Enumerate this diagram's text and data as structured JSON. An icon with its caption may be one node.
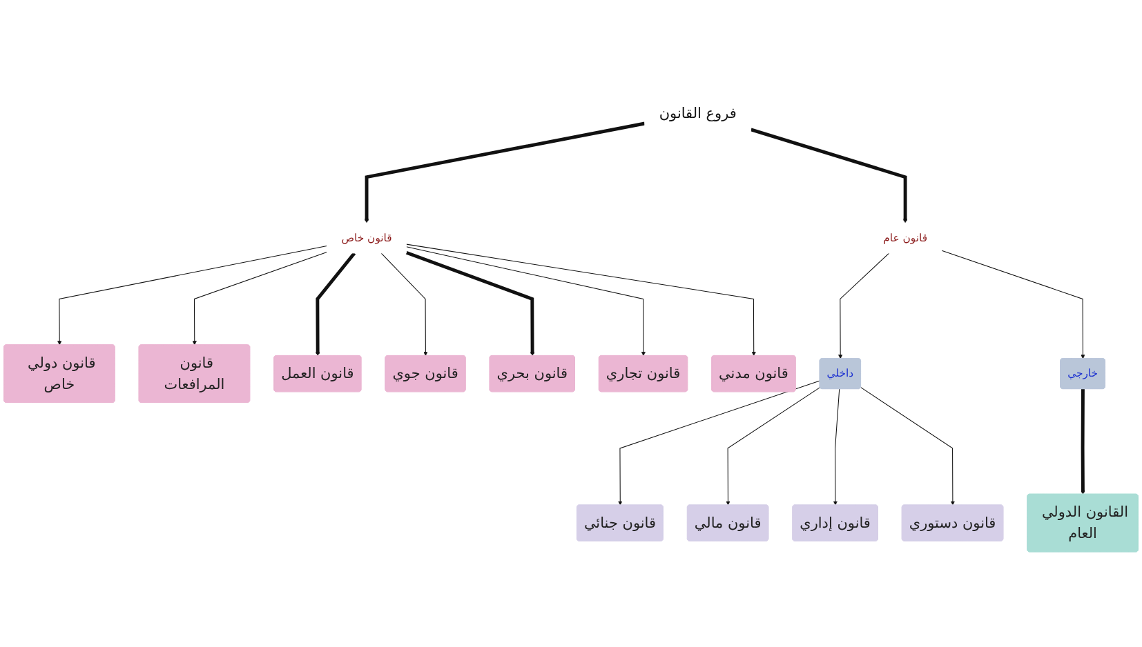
{
  "diagram": {
    "nodes": [
      {
        "text": [
          "فروع القانون"
        ]
      },
      {
        "text": [
          "قانون خاص"
        ]
      },
      {
        "text": [
          "قانون عام"
        ]
      },
      {
        "text": [
          "قانون دولي خاص"
        ]
      },
      {
        "text": [
          "قانون المرافعات"
        ]
      },
      {
        "text": [
          "قانون العمل"
        ]
      },
      {
        "text": [
          "قانون جوي"
        ]
      },
      {
        "text": [
          "قانون بحري"
        ]
      },
      {
        "text": [
          "قانون تجاري"
        ]
      },
      {
        "text": [
          "قانون مدني"
        ]
      },
      {
        "text": [
          "داخلي"
        ]
      },
      {
        "text": [
          "خارجي"
        ]
      },
      {
        "text": [
          "قانون جنائي"
        ]
      },
      {
        "text": [
          "قانون مالي"
        ]
      },
      {
        "text": [
          "قانون إداري"
        ]
      },
      {
        "text": [
          "قانون دستوري"
        ]
      },
      {
        "text": [
          "القانون الدولي العام"
        ]
      }
    ],
    "edges": [
      {
        "from": 0,
        "to": 1,
        "arrow": "to",
        "style": "thick"
      },
      {
        "from": 0,
        "to": 2,
        "arrow": "to",
        "style": "thick"
      },
      {
        "from": 1,
        "to": 3,
        "arrow": "to"
      },
      {
        "from": 1,
        "to": 4,
        "arrow": "to"
      },
      {
        "from": 1,
        "to": 5,
        "arrow": "to",
        "style": "thick"
      },
      {
        "from": 1,
        "to": 6,
        "arrow": "to"
      },
      {
        "from": 1,
        "to": 7,
        "arrow": "to",
        "style": "thick"
      },
      {
        "from": 1,
        "to": 8,
        "arrow": "to"
      },
      {
        "from": 1,
        "to": 9,
        "arrow": "to"
      },
      {
        "from": 2,
        "to": 10,
        "arrow": "to"
      },
      {
        "from": 2,
        "to": 11,
        "arrow": "to"
      },
      {
        "from": 10,
        "to": 12,
        "arrow": "to"
      },
      {
        "from": 10,
        "to": 13,
        "arrow": "to"
      },
      {
        "from": 10,
        "to": 14,
        "arrow": "to"
      },
      {
        "from": 10,
        "to": 15,
        "arrow": "to"
      },
      {
        "from": 11,
        "to": 16,
        "arrow": "to",
        "style": "thick"
      }
    ]
  }
}
